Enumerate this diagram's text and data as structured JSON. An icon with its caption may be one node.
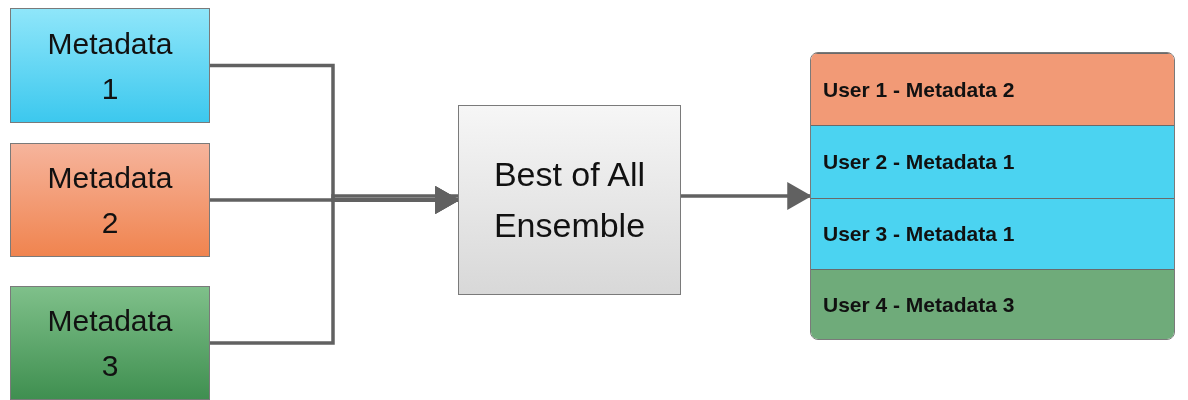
{
  "diagram": {
    "nodes": [
      {
        "text": [
          "Metadata 1"
        ]
      },
      {
        "text": [
          "Metadata 2"
        ]
      },
      {
        "text": [
          "Metadata 3"
        ]
      },
      {
        "text": [
          "Best of All Ensemble"
        ]
      },
      {
        "text": [],
        "shape": "box"
      },
      {
        "text": [
          "User 1 - Metadata 2"
        ],
        "in": 4
      },
      {
        "text": [
          "User 2 - Metadata 1"
        ],
        "in": 4
      },
      {
        "text": [
          "User 3 - Metadata 1"
        ],
        "in": 4
      },
      {
        "text": [
          "User 4 - Metadata 3"
        ],
        "in": 4
      }
    ],
    "edges": [
      {
        "from": 0,
        "to": 3,
        "arrow": "to"
      },
      {
        "from": 1,
        "to": 3,
        "arrow": "to"
      },
      {
        "from": 2,
        "to": 3,
        "arrow": "to"
      },
      {
        "from": 3,
        "to": 4,
        "arrow": "to"
      }
    ]
  }
}
